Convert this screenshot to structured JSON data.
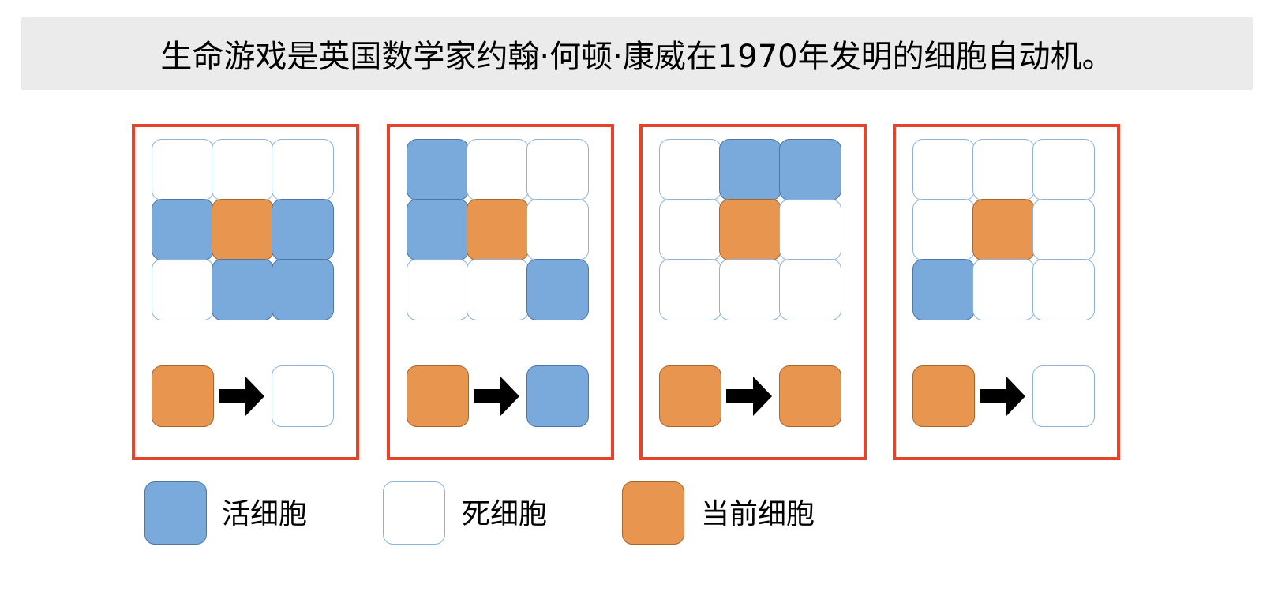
{
  "title": "生命游戏是英国数学家约翰·何顿·康威在1970年发明的细胞自动机。",
  "colors": {
    "panel_border": "#e5432a",
    "alive": "#7aaadb",
    "dead": "#ffffff",
    "current": "#e8954f",
    "title_bg": "#ebebeb"
  },
  "panels": [
    {
      "grid": [
        [
          "dead",
          "dead",
          "dead"
        ],
        [
          "alive",
          "current",
          "alive"
        ],
        [
          "dead",
          "alive",
          "alive"
        ]
      ],
      "rule_from": "current",
      "rule_to": "dead"
    },
    {
      "grid": [
        [
          "alive",
          "dead",
          "dead"
        ],
        [
          "alive",
          "current",
          "dead"
        ],
        [
          "dead",
          "dead",
          "alive"
        ]
      ],
      "rule_from": "current",
      "rule_to": "alive"
    },
    {
      "grid": [
        [
          "dead",
          "alive",
          "alive"
        ],
        [
          "dead",
          "current",
          "dead"
        ],
        [
          "dead",
          "dead",
          "dead"
        ]
      ],
      "rule_from": "current",
      "rule_to": "current"
    },
    {
      "grid": [
        [
          "dead",
          "dead",
          "dead"
        ],
        [
          "dead",
          "current",
          "dead"
        ],
        [
          "alive",
          "dead",
          "dead"
        ]
      ],
      "rule_from": "current",
      "rule_to": "dead"
    }
  ],
  "legend": [
    {
      "state": "alive",
      "label": "活细胞"
    },
    {
      "state": "dead",
      "label": "死细胞"
    },
    {
      "state": "current",
      "label": "当前细胞"
    }
  ]
}
